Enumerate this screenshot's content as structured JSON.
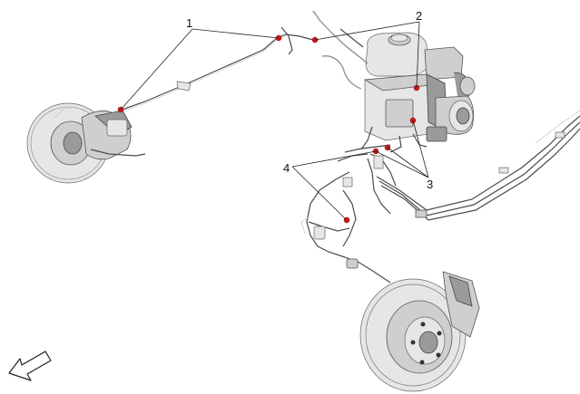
{
  "callouts": [
    {
      "id": "callout-1",
      "label": "1"
    },
    {
      "id": "callout-2",
      "label": "2"
    },
    {
      "id": "callout-3",
      "label": "3"
    },
    {
      "id": "callout-4",
      "label": "4"
    }
  ],
  "parts": {
    "rear_brake": "rear-disc-brake-assembly",
    "abs_unit": "abs-hydraulic-unit",
    "master_cylinder": "brake-master-cylinder-reservoir",
    "front_brake": "front-disc-brake-assembly",
    "brake_lines": "brake-line-tubes",
    "direction_arrow": "vehicle-front-direction-arrow"
  },
  "colors": {
    "marker": "#d01818",
    "metal": "#cfcfcf",
    "outline": "#444444"
  }
}
